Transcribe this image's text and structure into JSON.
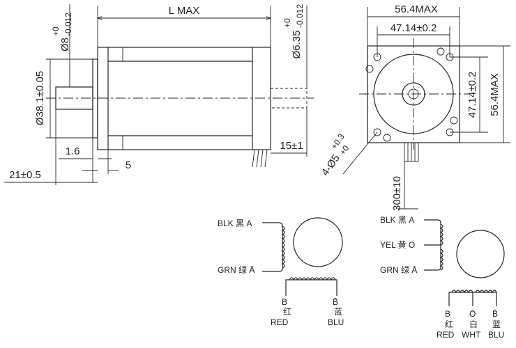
{
  "side_view": {
    "l_max": "L MAX",
    "shaft_dia": "Ø8",
    "shaft_tol_upper": "+0",
    "shaft_tol_lower": "-0.012",
    "boss_dia": "Ø38.1±0.05",
    "dim_1_6": "1.6",
    "dim_5": "5",
    "dim_21": "21±0.5",
    "rear_shaft_dia": "Ø6.35",
    "rear_tol_upper": "+0",
    "rear_tol_lower": "-0.012",
    "dim_15": "15±1"
  },
  "front_view": {
    "width_max": "56.4MAX",
    "hole_spacing_h": "47.14±0.2",
    "hole_spacing_v": "47.14±0.2",
    "height_max": "56.4MAX",
    "holes": "4-Ø5",
    "holes_tol_upper": "+0.3",
    "holes_tol_lower": "+0",
    "lead_length": "300±10"
  },
  "wiring_4": {
    "blk": "BLK 黑 A",
    "grn": "GRN 绿 Ā",
    "b_top": "B",
    "b_cn": "红",
    "b_en": "RED",
    "bbar_top": "B̄",
    "bbar_cn": "蓝",
    "bbar_en": "BLU"
  },
  "wiring_6": {
    "blk": "BLK 黑 A",
    "yel": "YEL 黄 O",
    "grn": "GRN 绿 Ā",
    "b_top": "B",
    "b_cn": "红",
    "b_en": "RED",
    "o_top": "Ō",
    "o_cn": "白",
    "o_en": "WHT",
    "bbar_top": "B̄",
    "bbar_cn": "蓝",
    "bbar_en": "BLU"
  }
}
